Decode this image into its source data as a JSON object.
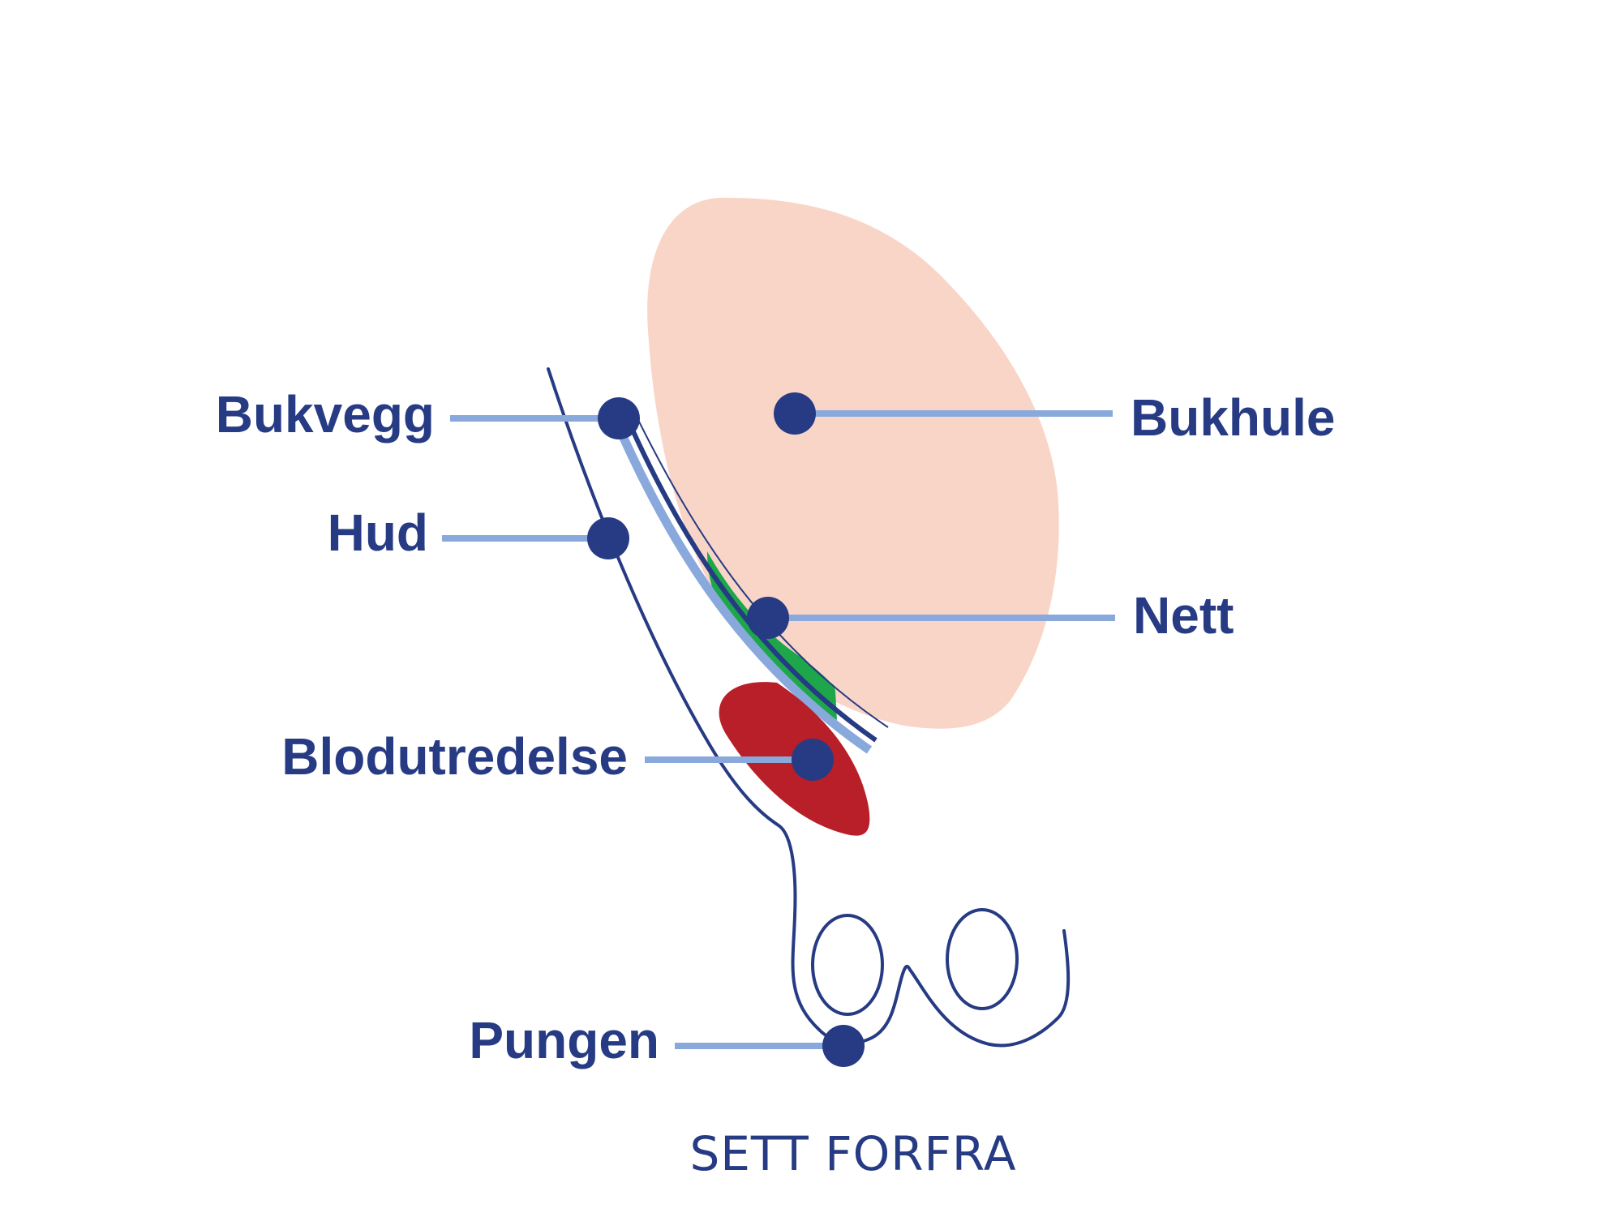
{
  "colors": {
    "abdominal_cavity": "#f9d5c8",
    "mesh": "#1ea64b",
    "bleeding": "#b81f29",
    "outline": "#263b83",
    "leader_line": "#89a9dc",
    "marker": "#263b83"
  },
  "labels": {
    "abdominal_wall": "Bukvegg",
    "skin": "Hud",
    "bleeding": "Blodutredelse",
    "scrotum": "Pungen",
    "abdominal_cavity": "Bukhule",
    "mesh": "Nett"
  },
  "caption": "SETT FORFRA"
}
